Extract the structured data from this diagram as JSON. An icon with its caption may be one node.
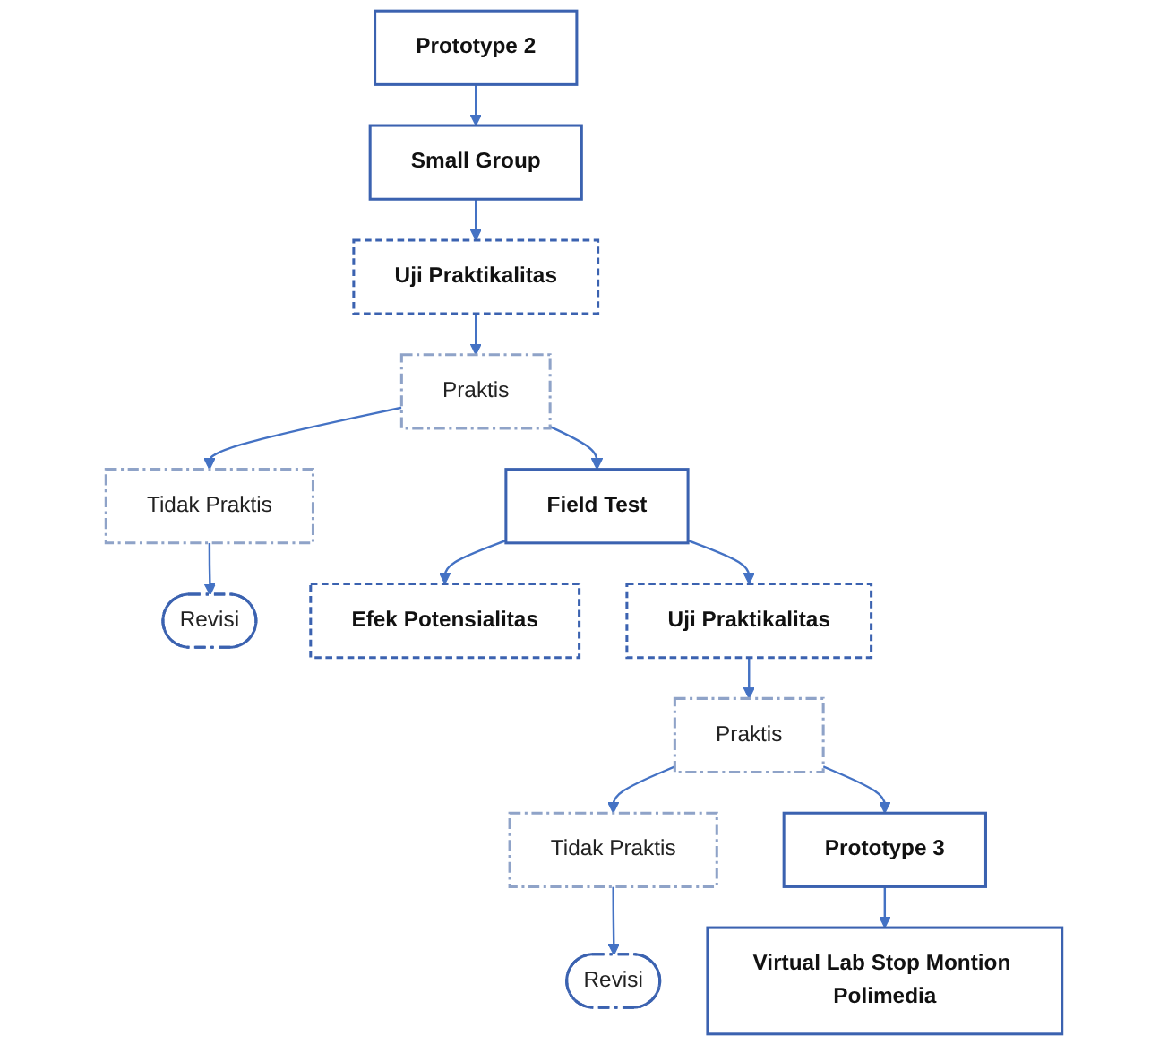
{
  "diagram": {
    "nodes": [
      {
        "text": [
          "Prototype 2"
        ]
      },
      {
        "text": [
          "Small Group"
        ]
      },
      {
        "text": [
          "Uji Praktikalitas"
        ]
      },
      {
        "text": [
          "Praktis"
        ]
      },
      {
        "text": [
          "Tidak Praktis"
        ]
      },
      {
        "text": [
          "Revisi"
        ]
      },
      {
        "text": [
          "Field Test"
        ]
      },
      {
        "text": [
          "Efek Potensialitas"
        ]
      },
      {
        "text": [
          "Uji Praktikalitas"
        ]
      },
      {
        "text": [
          "Praktis"
        ]
      },
      {
        "text": [
          "Tidak Praktis"
        ]
      },
      {
        "text": [
          "Revisi"
        ]
      },
      {
        "text": [
          "Prototype 3"
        ]
      },
      {
        "text": [
          "Virtual Lab Stop Montion Polimedia"
        ]
      }
    ],
    "edges": [
      {
        "from": 0,
        "to": 1,
        "arrow": "to"
      },
      {
        "from": 1,
        "to": 2,
        "arrow": "to"
      },
      {
        "from": 2,
        "to": 3,
        "arrow": "to"
      },
      {
        "from": 3,
        "to": 4,
        "arrow": "to"
      },
      {
        "from": 4,
        "to": 5,
        "arrow": "to"
      },
      {
        "from": 3,
        "to": 6,
        "arrow": "to"
      },
      {
        "from": 6,
        "to": 7,
        "arrow": "to"
      },
      {
        "from": 6,
        "to": 8,
        "arrow": "to"
      },
      {
        "from": 8,
        "to": 9,
        "arrow": "to"
      },
      {
        "from": 9,
        "to": 10,
        "arrow": "to"
      },
      {
        "from": 10,
        "to": 11,
        "arrow": "to"
      },
      {
        "from": 9,
        "to": 12,
        "arrow": "to"
      },
      {
        "from": 12,
        "to": 13,
        "arrow": "to"
      }
    ]
  }
}
